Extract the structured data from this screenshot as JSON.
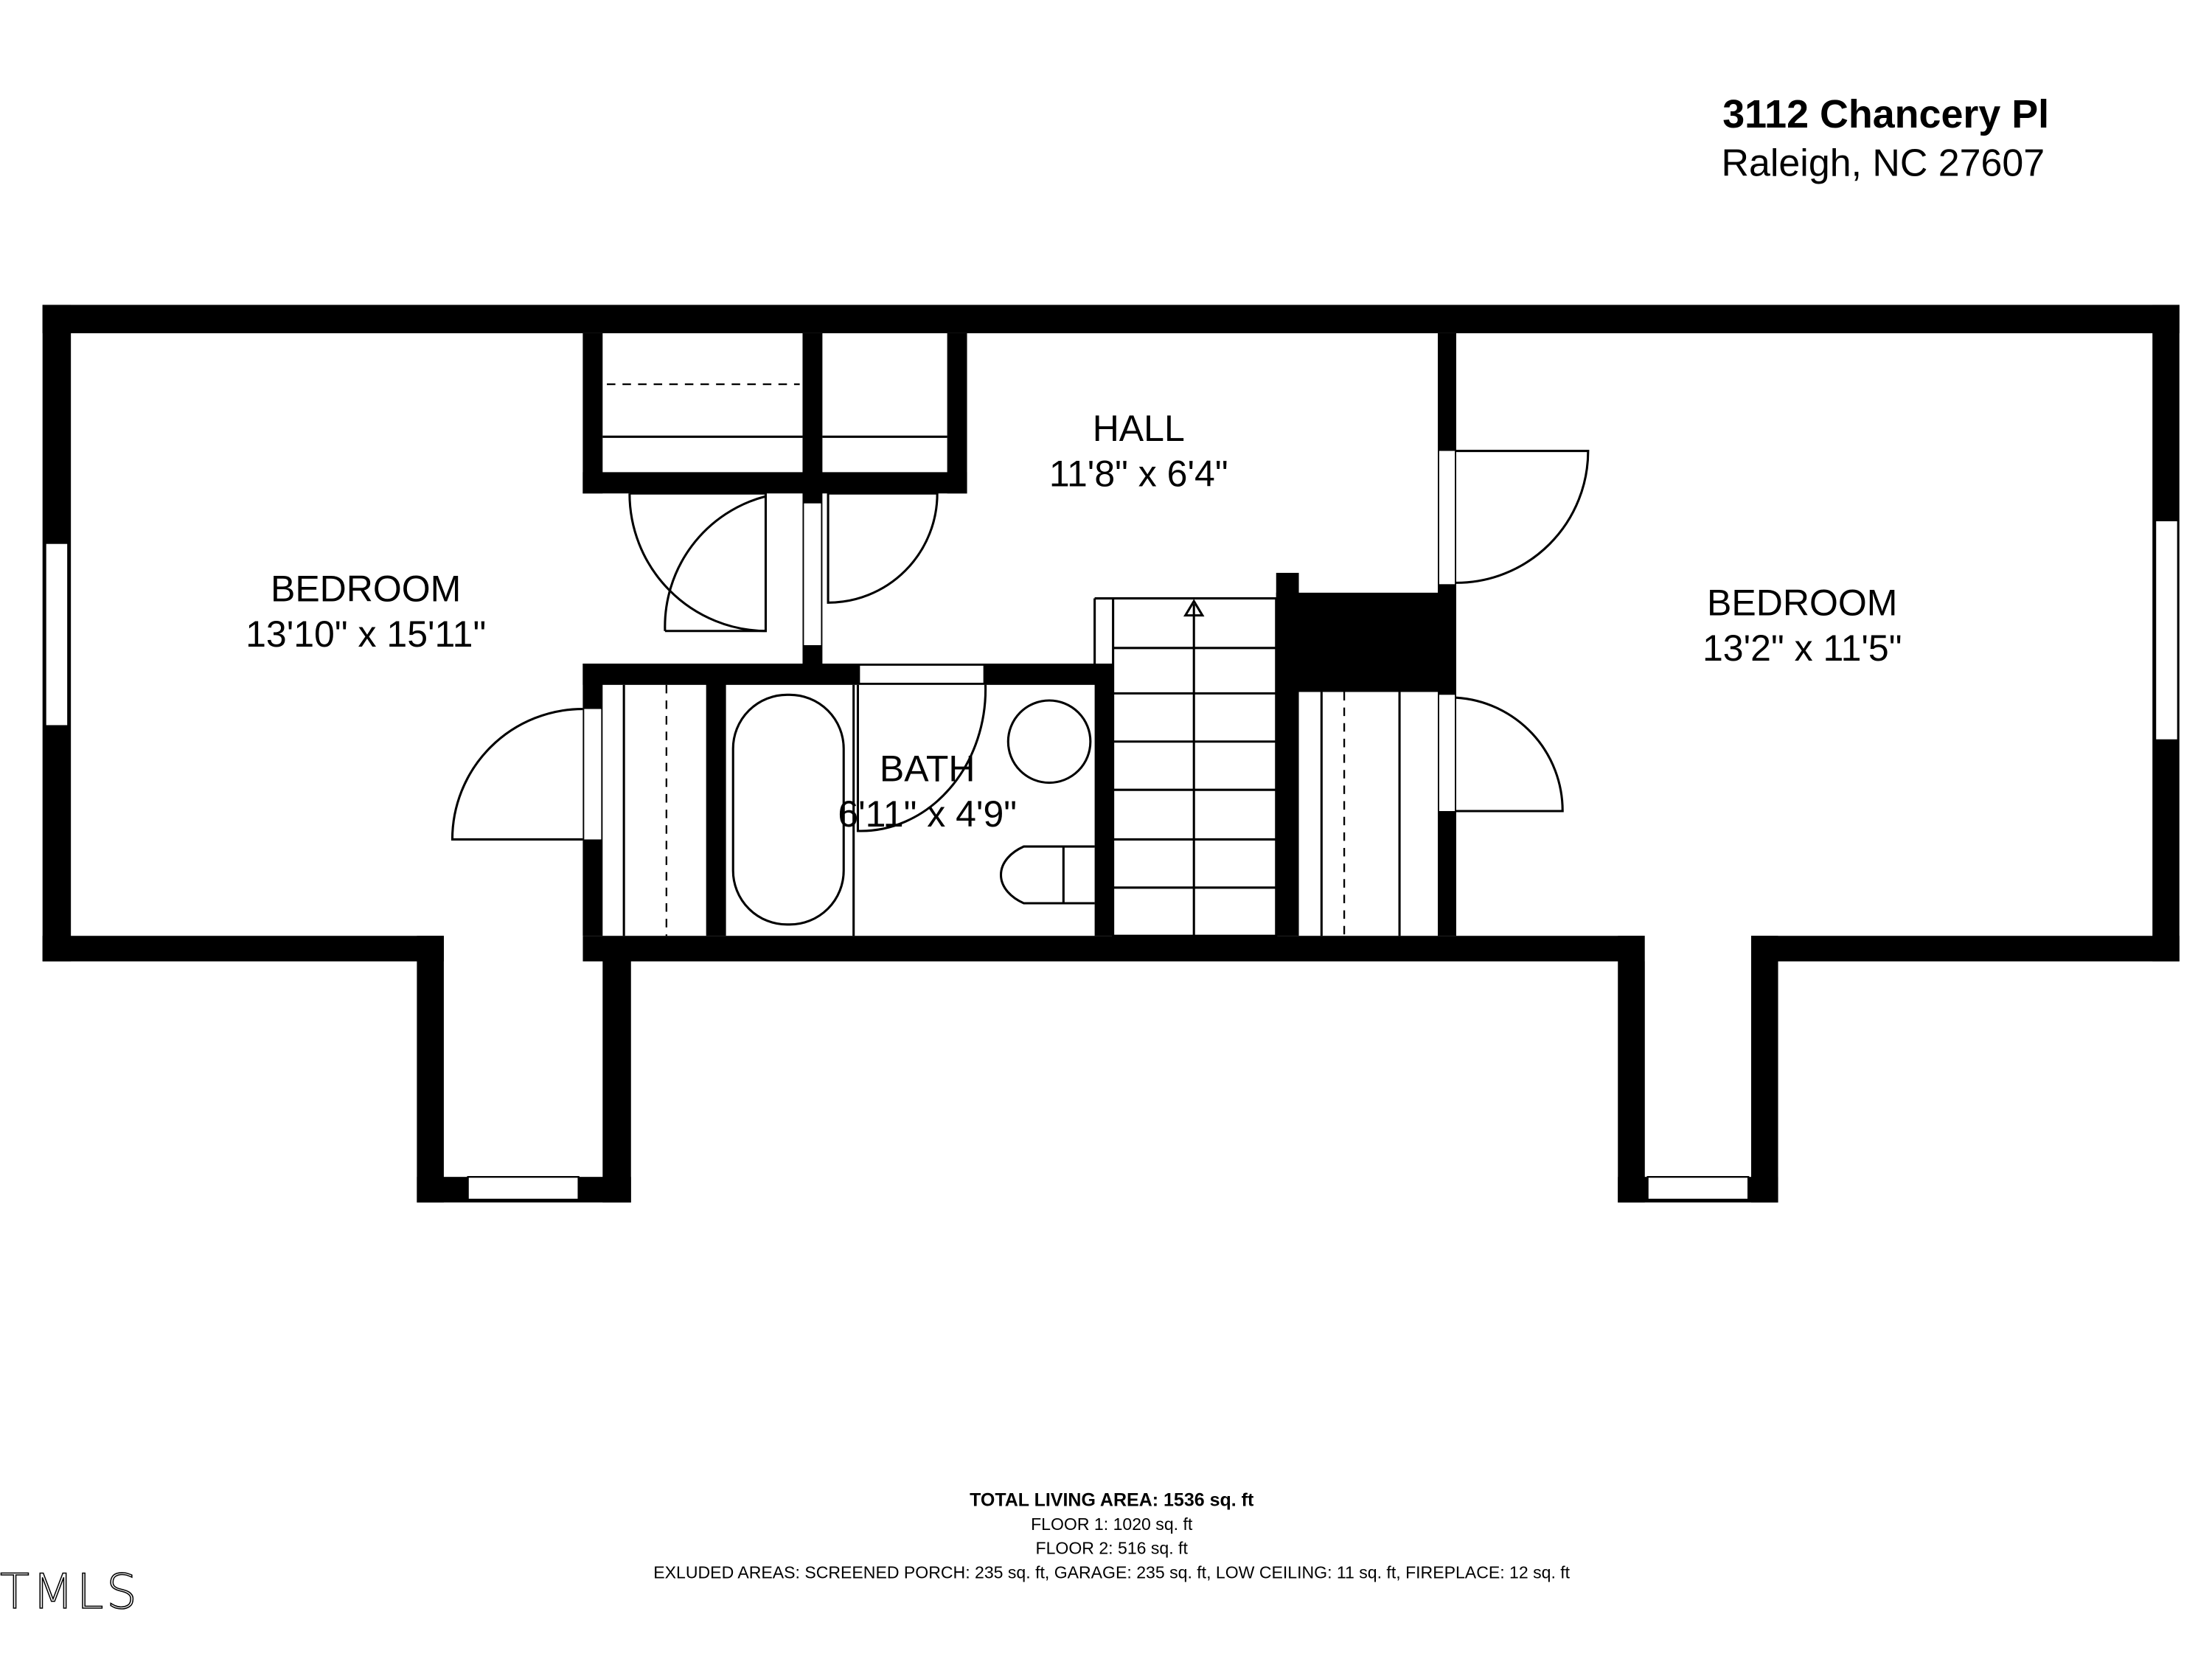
{
  "header": {
    "address_line1": "3112 Chancery Pl",
    "address_line2": "Raleigh, NC 27607"
  },
  "rooms": [
    {
      "name": "BEDROOM",
      "size": "13'10\" x 15'11\""
    },
    {
      "name": "HALL",
      "size": "11'8\" x 6'4\""
    },
    {
      "name": "BEDROOM",
      "size": "13'2\" x 11'5\""
    },
    {
      "name": "BATH",
      "size": "6'11\" x 4'9\""
    }
  ],
  "summary": {
    "total": "TOTAL LIVING AREA: 1536 sq. ft",
    "floor1": "FLOOR 1: 1020 sq. ft",
    "floor2": "FLOOR 2: 516 sq. ft",
    "excluded": "EXLUDED AREAS: SCREENED PORCH: 235 sq. ft, GARAGE: 235 sq. ft, LOW CEILING: 11 sq. ft, FIREPLACE: 12 sq. ft"
  },
  "watermark": "TMLS"
}
